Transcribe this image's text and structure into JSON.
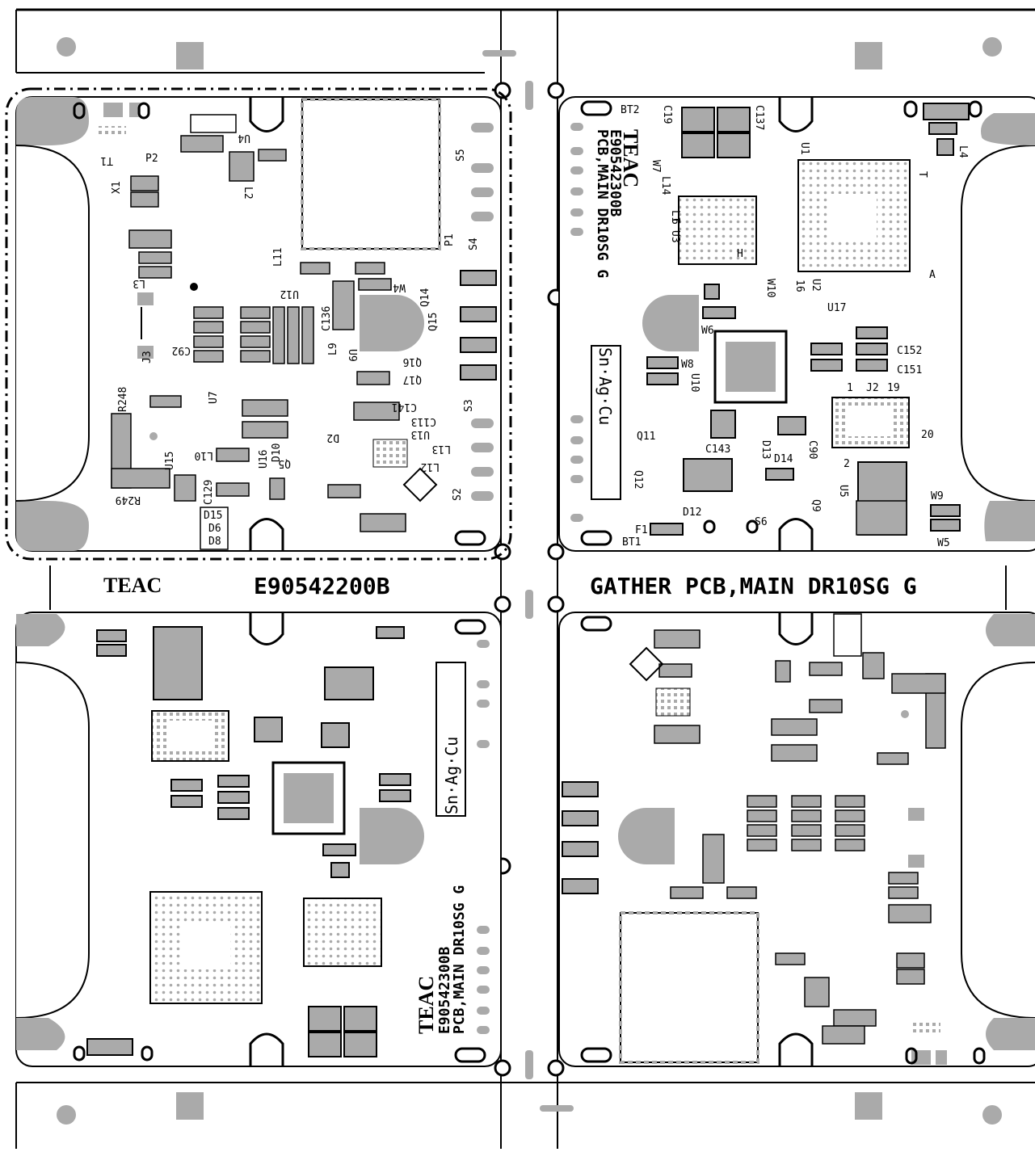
{
  "panel_labels": {
    "left_brand": "TEAC",
    "left_part": "E90542200B",
    "right_title": "GATHER PCB,MAIN DR10SG G"
  },
  "board_text": {
    "brand": "TEAC",
    "part_number": "E90542300B",
    "board_name": "PCB,MAIN DR10SG G",
    "solder": "Sn·Ag·Cu"
  },
  "top_left_labels": {
    "P2": "P2",
    "T1": "T1",
    "X1": "X1",
    "U4": "U4",
    "L2": "L2",
    "L3": "L3",
    "J3": "J3",
    "C92": "C92",
    "R248": "R248",
    "R249": "R249",
    "U15": "U15",
    "U7": "U7",
    "U12": "U12",
    "C136": "C136",
    "L11": "L11",
    "W4": "W4",
    "Q14": "Q14",
    "Q15": "Q15",
    "Q16": "Q16",
    "Q17": "Q17",
    "L9": "L9",
    "U9": "U9",
    "C141": "C141",
    "C113": "C113",
    "U13": "U13",
    "D2": "D2",
    "L13": "L13",
    "L12": "L12",
    "Q5": "Q5",
    "D10": "D10",
    "U16": "U16",
    "L10": "L10",
    "C129": "C129",
    "D15": "D15",
    "D6": "D6",
    "D8": "D8",
    "S5": "S5",
    "S4": "S4",
    "S3": "S3",
    "S2": "S2",
    "P1": "P1"
  },
  "top_right_labels": {
    "BT2": "BT2",
    "C19": "C19",
    "C137": "C137",
    "W7": "W7",
    "L14": "L14",
    "L1": "L1",
    "U3": "U3",
    "U1": "U1",
    "U2": "U2",
    "W10": "W10",
    "W6": "W6",
    "W8": "W8",
    "U10": "U10",
    "U17": "U17",
    "C152": "C152",
    "C151": "C151",
    "J2": "J2",
    "C90": "C90",
    "D13": "D13",
    "D14": "D14",
    "Q11": "Q11",
    "C143": "C143",
    "Q12": "Q12",
    "D12": "D12",
    "S6": "S6",
    "Q9": "Q9",
    "U5": "U5",
    "W9": "W9",
    "W5": "W5",
    "F1": "F1",
    "BT1": "BT1",
    "L4": "L4",
    "T": "T",
    "A": "A",
    "H": "H",
    "n1": "1",
    "n6": "6",
    "n16": "16",
    "n19": "19",
    "n20": "20",
    "n2": "2"
  },
  "colors": {
    "ink": "#000000",
    "pad": "#aaaaaa",
    "board": "#ffffff"
  }
}
